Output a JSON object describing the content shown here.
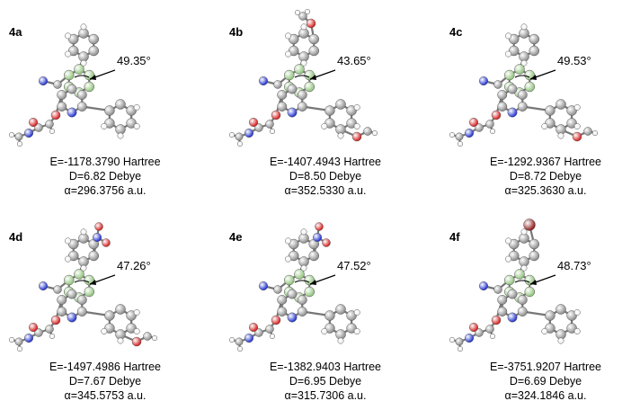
{
  "panels": [
    {
      "label": "4a",
      "angle": "49.35°",
      "energy": "E=-1178.3790 Hartree",
      "dipole": "D=6.82 Debye",
      "polar": "α=296.3756 a.u.",
      "top": "plain",
      "ring2": "plain",
      "top_color": "#ffffff"
    },
    {
      "label": "4b",
      "angle": "43.65°",
      "energy": "E=-1407.4943 Hartree",
      "dipole": "D=8.50 Debye",
      "polar": "α=352.5330 a.u.",
      "top": "methoxy",
      "ring2": "methoxy",
      "top_color": "#ffffff"
    },
    {
      "label": "4c",
      "angle": "49.53°",
      "energy": "E=-1292.9367 Hartree",
      "dipole": "D=8.72 Debye",
      "polar": "α=325.3630 a.u.",
      "top": "plain",
      "ring2": "methoxy",
      "top_color": "#ffffff"
    },
    {
      "label": "4d",
      "angle": "47.26°",
      "energy": "E=-1497.4986 Hartree",
      "dipole": "D=7.67 Debye",
      "polar": "α=345.5753 a.u.",
      "top": "nitro",
      "ring2": "methoxy",
      "top_color": "#ffffff"
    },
    {
      "label": "4e",
      "angle": "47.52°",
      "energy": "E=-1382.9403 Hartree",
      "dipole": "D=6.95 Debye",
      "polar": "α=315.7306 a.u.",
      "top": "nitro",
      "ring2": "plain",
      "top_color": "#ffffff"
    },
    {
      "label": "4f",
      "angle": "48.73°",
      "energy": "E=-3751.9207 Hartree",
      "dipole": "D=6.69 Debye",
      "polar": "α=324.1846 a.u.",
      "top": "bromo",
      "ring2": "plain",
      "top_color": "#ffffff"
    }
  ],
  "colors": {
    "carbon": "#8c8c8c",
    "hydrogen": "#f0f0f0",
    "oxygen": "#d41a1a",
    "nitrogen": "#1f2fd0",
    "bromine": "#8b1a1a",
    "highlight": "#8fc27a"
  }
}
